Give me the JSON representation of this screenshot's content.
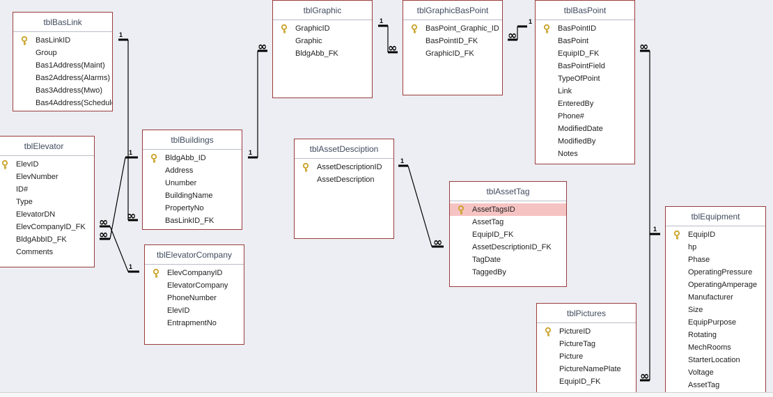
{
  "tables": [
    {
      "id": "tblBasLink",
      "title": "tblBasLink",
      "fields": [
        {
          "name": "BasLinkID",
          "key": true
        },
        {
          "name": "Group"
        },
        {
          "name": "Bas1Address(Maint)"
        },
        {
          "name": "Bas2Address(Alarms)"
        },
        {
          "name": "Bas3Address(Mwo)"
        },
        {
          "name": "Bas4Address(Schedule"
        }
      ]
    },
    {
      "id": "tblGraphic",
      "title": "tblGraphic",
      "fields": [
        {
          "name": "GraphicID",
          "key": true
        },
        {
          "name": "Graphic"
        },
        {
          "name": "BldgAbb_FK"
        }
      ]
    },
    {
      "id": "tblGraphicBasPoint",
      "title": "tblGraphicBasPoint",
      "fields": [
        {
          "name": "BasPoint_Graphic_ID",
          "key": true
        },
        {
          "name": "BasPointID_FK"
        },
        {
          "name": "GraphicID_FK"
        }
      ]
    },
    {
      "id": "tblBasPoint",
      "title": "tblBasPoint",
      "fields": [
        {
          "name": "BasPointID",
          "key": true
        },
        {
          "name": "BasPoint"
        },
        {
          "name": "EquipID_FK"
        },
        {
          "name": "BasPointField"
        },
        {
          "name": "TypeOfPoint"
        },
        {
          "name": "Link"
        },
        {
          "name": "EnteredBy"
        },
        {
          "name": "Phone#"
        },
        {
          "name": "ModifiedDate"
        },
        {
          "name": "ModifiedBy"
        },
        {
          "name": "Notes"
        }
      ]
    },
    {
      "id": "tblElevator",
      "title": "tblElevator",
      "fields": [
        {
          "name": "ElevID",
          "key": true
        },
        {
          "name": "ElevNumber"
        },
        {
          "name": "ID#"
        },
        {
          "name": "Type"
        },
        {
          "name": "ElevatorDN"
        },
        {
          "name": "ElevCompanyID_FK"
        },
        {
          "name": "BldgAbbID_FK"
        },
        {
          "name": "Comments"
        }
      ]
    },
    {
      "id": "tblBuildings",
      "title": "tblBuildings",
      "fields": [
        {
          "name": "BldgAbb_ID",
          "key": true
        },
        {
          "name": "Address"
        },
        {
          "name": "Unumber"
        },
        {
          "name": "BuildingName"
        },
        {
          "name": "PropertyNo"
        },
        {
          "name": "BasLinkID_FK"
        }
      ]
    },
    {
      "id": "tblAssetDesciption",
      "title": "tblAssetDesciption",
      "fields": [
        {
          "name": "AssetDescriptionID",
          "key": true
        },
        {
          "name": "AssetDescription"
        }
      ]
    },
    {
      "id": "tblAssetTag",
      "title": "tblAssetTag",
      "fields": [
        {
          "name": "AssetTagsID",
          "key": true,
          "selected": true
        },
        {
          "name": "AssetTag"
        },
        {
          "name": "EquipID_FK"
        },
        {
          "name": "AssetDescriptionID_FK"
        },
        {
          "name": "TagDate"
        },
        {
          "name": "TaggedBy"
        }
      ]
    },
    {
      "id": "tblElevatorCompany",
      "title": "tblElevatorCompany",
      "fields": [
        {
          "name": "ElevCompanyID",
          "key": true
        },
        {
          "name": "ElevatorCompany"
        },
        {
          "name": "PhoneNumber"
        },
        {
          "name": "ElevID"
        },
        {
          "name": "EntrapmentNo"
        }
      ]
    },
    {
      "id": "tblEquipment",
      "title": "tblEquipment",
      "fields": [
        {
          "name": "EquipID",
          "key": true
        },
        {
          "name": "hp"
        },
        {
          "name": "Phase"
        },
        {
          "name": "OperatingPressure"
        },
        {
          "name": "OperatingAmperage"
        },
        {
          "name": "Manufacturer"
        },
        {
          "name": "Size"
        },
        {
          "name": "EquipPurpose"
        },
        {
          "name": "Rotating"
        },
        {
          "name": "MechRooms"
        },
        {
          "name": "StarterLocation"
        },
        {
          "name": "Voltage"
        },
        {
          "name": "AssetTag"
        }
      ]
    },
    {
      "id": "tblPictures",
      "title": "tblPictures",
      "fields": [
        {
          "name": "PictureID",
          "key": true
        },
        {
          "name": "PictureTag"
        },
        {
          "name": "Picture"
        },
        {
          "name": "PictureNamePlate"
        },
        {
          "name": "EquipID_FK"
        }
      ]
    }
  ],
  "cardinality": {
    "one": "1",
    "many": "∞"
  },
  "colors": {
    "border": "#9b3b3b",
    "background": "#eceef3",
    "selected_row": "#f6c3c3",
    "key_icon": "#c9a227"
  }
}
